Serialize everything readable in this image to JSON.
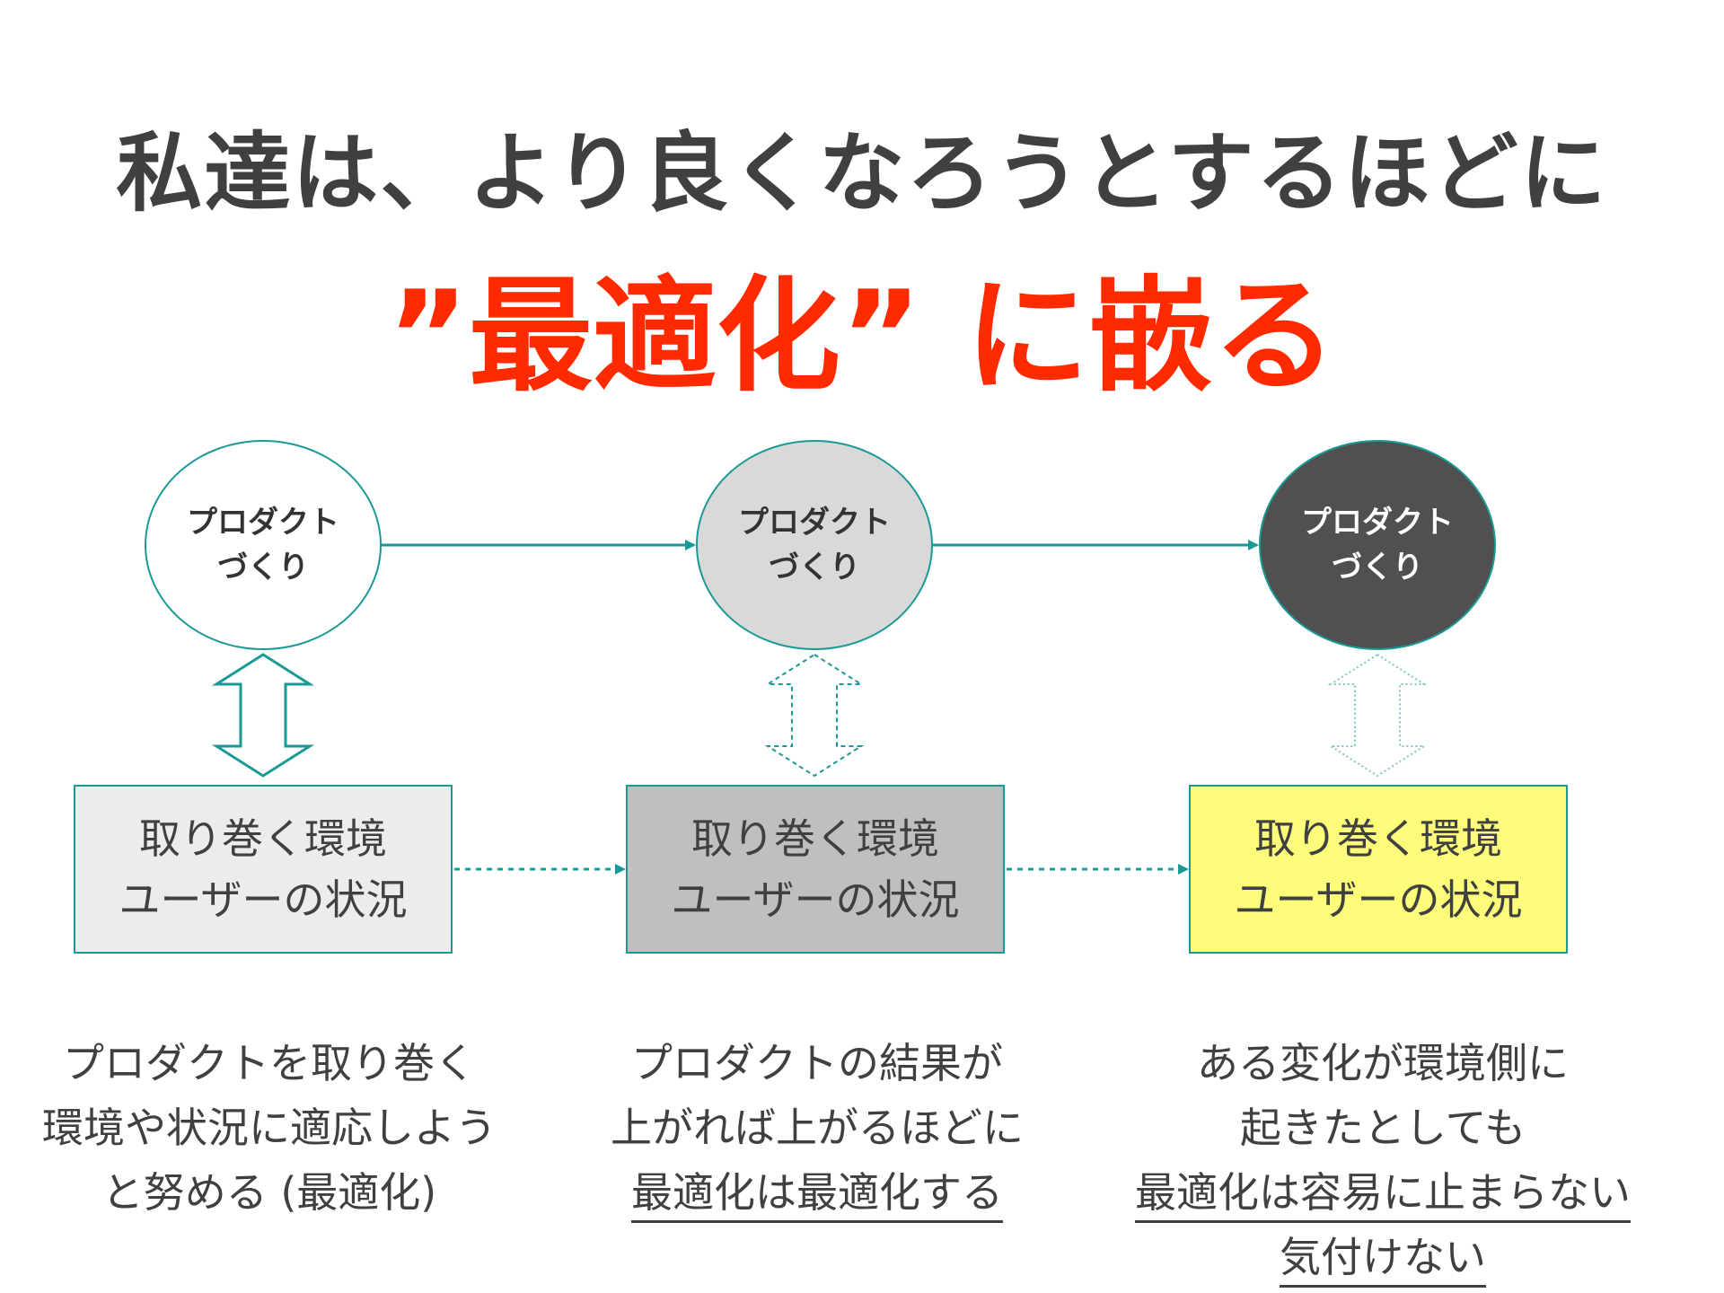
{
  "title": {
    "line1": "私達は、より良くなろうとするほどに",
    "line2": "”最適化” に嵌る"
  },
  "stages": [
    {
      "product_line1": "プロダクト",
      "product_line2": "づくり",
      "env_line1": "取り巻く環境",
      "env_line2": "ユーザーの状況"
    },
    {
      "product_line1": "プロダクト",
      "product_line2": "づくり",
      "env_line1": "取り巻く環境",
      "env_line2": "ユーザーの状況"
    },
    {
      "product_line1": "プロダクト",
      "product_line2": "づくり",
      "env_line1": "取り巻く環境",
      "env_line2": "ユーザーの状況"
    }
  ],
  "descriptions": [
    {
      "lines": [
        "プロダクトを取り巻く",
        "環境や状況に適応しよう",
        "と努める (最適化)"
      ]
    },
    {
      "lines": [
        "プロダクトの結果が",
        "上がれば上がるほどに"
      ],
      "underlined": [
        "最適化は最適化する"
      ]
    },
    {
      "lines": [
        "ある変化が環境側に",
        "起きたとしても"
      ],
      "underlined": [
        "最適化は容易に止まらない",
        "気付けない"
      ]
    }
  ],
  "colors": {
    "accent": "#ff2a00",
    "teal": "#1a9a96",
    "yellow": "#fdfc7b"
  }
}
